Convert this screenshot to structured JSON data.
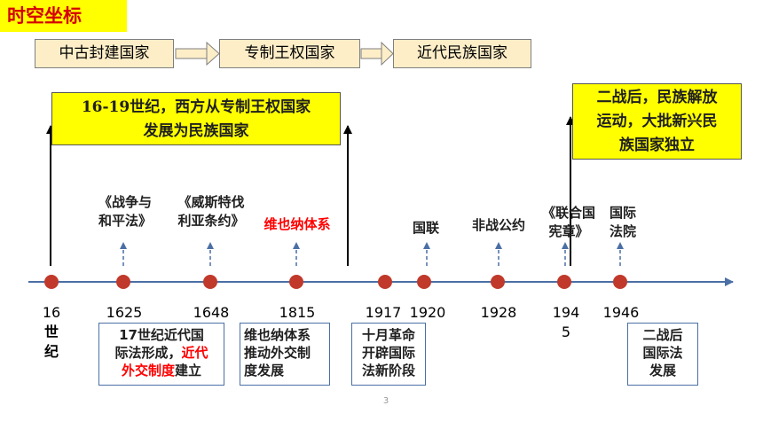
{
  "header": {
    "title": "时空坐标"
  },
  "stages": [
    "中古封建国家",
    "专制王权国家",
    "近代民族国家"
  ],
  "callouts": {
    "left": {
      "line1": "16-19世纪，西方从专制王权国家",
      "line2": "发展为民族国家"
    },
    "right": {
      "line1": "二战后，民族解放",
      "line2": "运动，大批新兴民",
      "line3": "族国家独立"
    }
  },
  "events": [
    {
      "line1": "《战争与",
      "line2": "和平法》"
    },
    {
      "line1": "《威斯特伐",
      "line2": "利亚条约》"
    },
    {
      "line1": "维也纳体系",
      "line2": ""
    },
    {
      "line1": "国联",
      "line2": ""
    },
    {
      "line1": "非战公约",
      "line2": ""
    },
    {
      "line1": "《联合国",
      "line2": "宪章》"
    },
    {
      "line1": "国际",
      "line2": "法院"
    }
  ],
  "years": {
    "y16c": [
      "16",
      "世",
      "纪"
    ],
    "y1625": "1625",
    "y1648": "1648",
    "y1815": "1815",
    "y1917": "1917",
    "y1920": "1920",
    "y1928": "1928",
    "y1945a": "194",
    "y1945b": "5",
    "y1946": "1946"
  },
  "notes": {
    "n1": {
      "line1": "17世纪近代国",
      "line2a": "际法形成，",
      "line2b": "近代",
      "line3a": "外交制度",
      "line3b": "建立"
    },
    "n2": {
      "line1": "维也纳体系",
      "line2": "推动外交制",
      "line3": "度发展"
    },
    "n3": {
      "line1": "十月革命",
      "line2": "开辟国际",
      "line3": "法新阶段"
    },
    "n4": {
      "line1": "二战后",
      "line2": "国际法",
      "line3": "发展"
    }
  },
  "page_number": "3",
  "colors": {
    "accent_red": "#ff0000",
    "highlight_yellow": "#ffff00",
    "dot": "#c0392b",
    "axis": "#4a6fa5",
    "stage_fill": "#fdeec8"
  }
}
